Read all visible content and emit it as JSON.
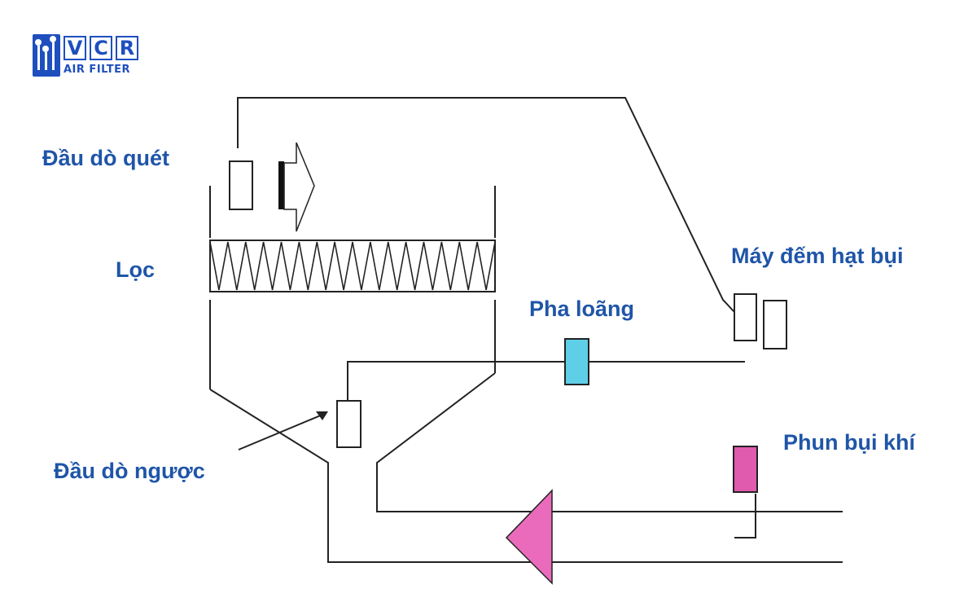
{
  "logo": {
    "letters": [
      "V",
      "C",
      "R"
    ],
    "subtitle": "AIR FILTER",
    "color": "#1e4fbf"
  },
  "labels": {
    "scan_probe": "Đầu dò quét",
    "filter": "Lọc",
    "particle_counter": "Máy đếm hạt bụi",
    "dilution": "Pha loãng",
    "reverse_probe": "Đầu dò ngược",
    "aerosol_spray": "Phun bụi khí"
  },
  "colors": {
    "label": "#1f55a8",
    "line": "#222222",
    "dilution_box": "#5fcfe8",
    "aerosol_box": "#e05aae",
    "fan_triangle": "#ea6bbb"
  }
}
